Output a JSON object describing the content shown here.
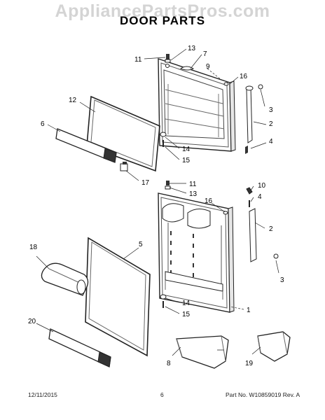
{
  "watermark": "AppliancePartsPros.com",
  "title": "DOOR PARTS",
  "footer": {
    "date": "12/11/2015",
    "page": "6",
    "part": "Part No.  W10859019  Rev. A"
  },
  "callouts": {
    "c11a": "11",
    "c13a": "13",
    "c7": "7",
    "c9": "9",
    "c16a": "16",
    "c3a": "3",
    "c2a": "2",
    "c4a": "4",
    "c14a": "14",
    "c15a": "15",
    "c12": "12",
    "c6": "6",
    "c17": "17",
    "c11b": "11",
    "c13b": "13",
    "c10": "10",
    "c4b": "4",
    "c16b": "16",
    "c2b": "2",
    "c3b": "3",
    "c1": "1",
    "c14b": "14",
    "c15b": "15",
    "c18": "18",
    "c5": "5",
    "c20": "20",
    "c8": "8",
    "c19": "19"
  }
}
